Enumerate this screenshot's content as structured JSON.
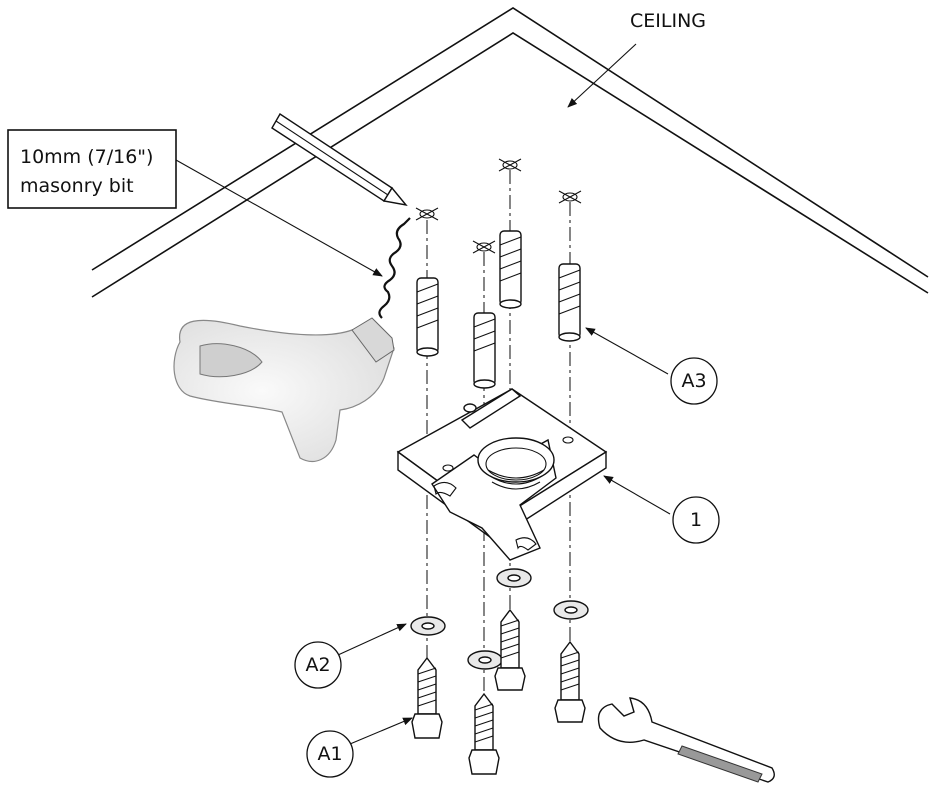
{
  "labels": {
    "ceiling": "CEILING",
    "drill_bit_line1": "10mm (7/16\")",
    "drill_bit_line2": "masonry bit"
  },
  "callouts": {
    "a3": "A3",
    "one": "1",
    "a2": "A2",
    "a1": "A1"
  }
}
